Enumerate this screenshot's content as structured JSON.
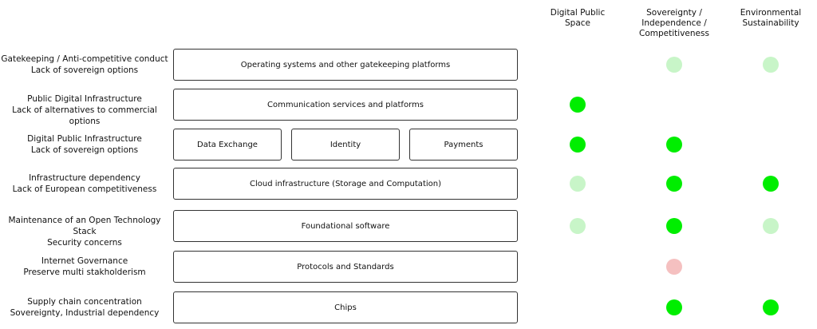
{
  "colors": {
    "strong": "#00ee00",
    "weak": "#c8f5c8",
    "negative": "#f5c0c0"
  },
  "columns": [
    {
      "lines": [
        "Digital Public",
        "Space"
      ]
    },
    {
      "lines": [
        "Sovereignty /",
        "Independence /",
        "Competitiveness"
      ]
    },
    {
      "lines": [
        "Environmental",
        "Sustainability"
      ]
    }
  ],
  "rows": [
    {
      "labels": [
        "Gatekeeping / Anti-competitive conduct",
        "Lack of sovereign options"
      ],
      "boxes": [
        "Operating systems and other gatekeeping platforms"
      ],
      "impacts": [
        null,
        "weak",
        "weak"
      ]
    },
    {
      "labels": [
        "Public Digital Infrastructure",
        "Lack of alternatives to commercial options"
      ],
      "boxes": [
        "Communication services and platforms"
      ],
      "impacts": [
        "strong",
        null,
        null
      ]
    },
    {
      "labels": [
        "Digital Public Infrastructure",
        "Lack of sovereign options"
      ],
      "boxes": [
        "Data Exchange",
        "Identity",
        "Payments"
      ],
      "impacts": [
        "strong",
        "strong",
        null
      ]
    },
    {
      "labels": [
        "Infrastructure dependency",
        "Lack of European competitiveness"
      ],
      "boxes": [
        "Cloud infrastructure (Storage and Computation)"
      ],
      "impacts": [
        "weak",
        "strong",
        "strong"
      ]
    },
    {
      "labels": [
        "Maintenance of an Open Technology Stack",
        "Security concerns"
      ],
      "boxes": [
        "Foundational software"
      ],
      "impacts": [
        "weak",
        "strong",
        "weak"
      ]
    },
    {
      "labels": [
        "Internet Governance",
        "Preserve multi stakholderism"
      ],
      "boxes": [
        "Protocols and Standards"
      ],
      "impacts": [
        null,
        "negative",
        null
      ]
    },
    {
      "labels": [
        "Supply chain concentration",
        "Sovereignty, Industrial dependency"
      ],
      "boxes": [
        "Chips"
      ],
      "impacts": [
        null,
        "strong",
        "strong"
      ]
    }
  ]
}
